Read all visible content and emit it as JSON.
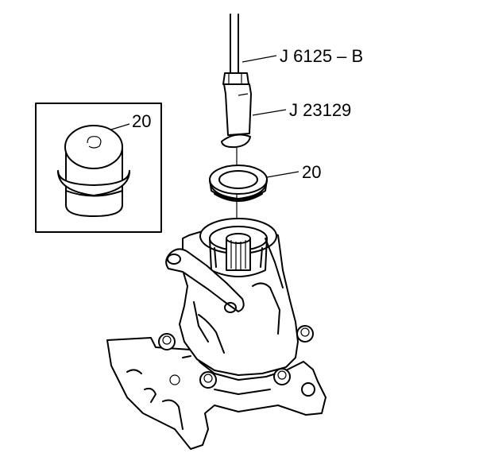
{
  "labels": {
    "tool_1": "J 6125 – B",
    "tool_2": "J 23129",
    "part_seal": "20",
    "part_inset": "20"
  }
}
